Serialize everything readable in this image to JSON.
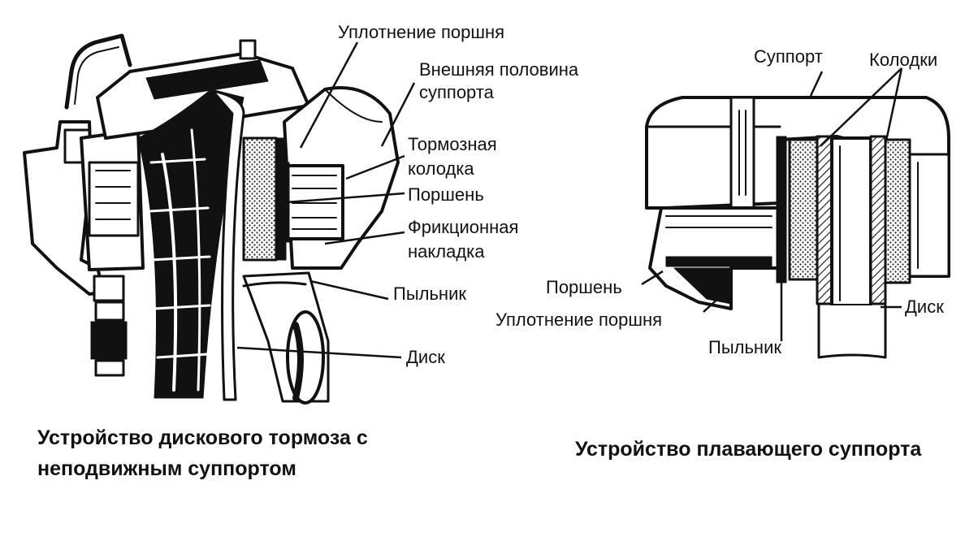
{
  "fixed_caliper": {
    "caption_line1": "Устройство дискового тормоза с",
    "caption_line2": "неподвижным суппортом",
    "labels": {
      "piston_seal": "Уплотнение поршня",
      "outer_half_line1": "Внешняя половина",
      "outer_half_line2": "суппорта",
      "brake_pad_line1": "Тормозная",
      "brake_pad_line2": "колодка",
      "piston": "Поршень",
      "friction_line1": "Фрикционная",
      "friction_line2": "накладка",
      "dust_boot": "Пыльник",
      "disc": "Диск"
    }
  },
  "floating_caliper": {
    "caption": "Устройство плавающего суппорта",
    "labels": {
      "caliper": "Суппорт",
      "pads": "Колодки",
      "piston": "Поршень",
      "piston_seal": "Уплотнение поршня",
      "dust_boot": "Пыльник",
      "disc": "Диск"
    }
  },
  "colors": {
    "ink": "#111111",
    "paper": "#ffffff",
    "friction_fill": "#9a9a9a"
  }
}
